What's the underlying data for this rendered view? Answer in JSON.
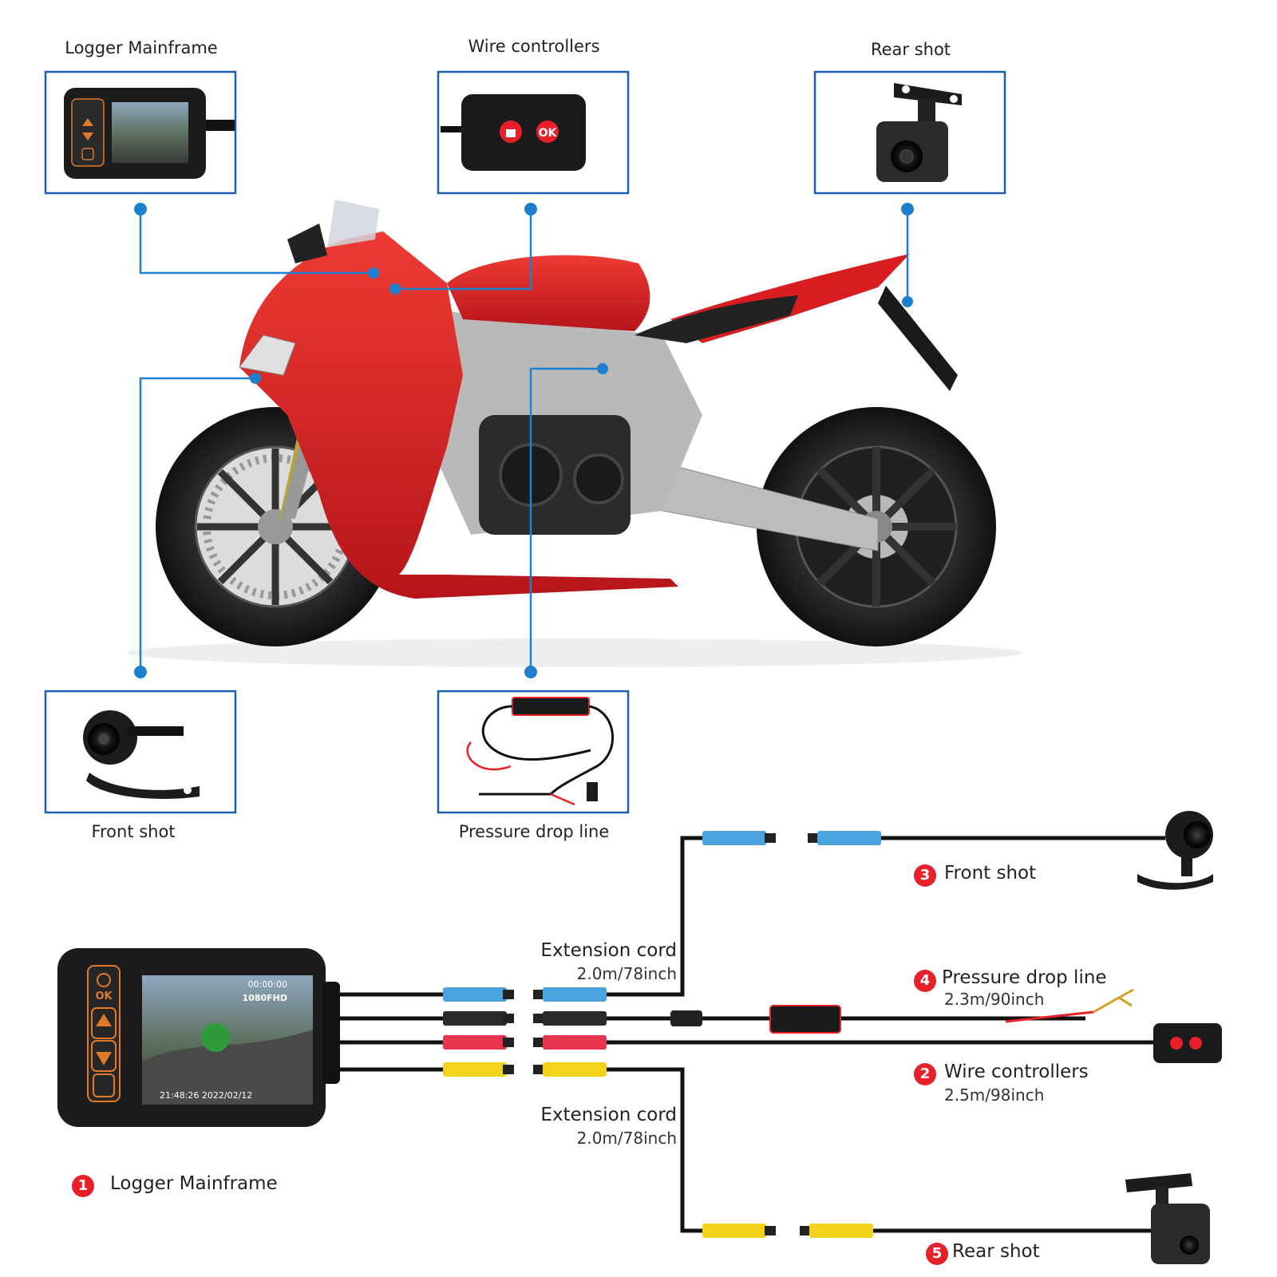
{
  "colors": {
    "accent_blue": "#1f7fcf",
    "box_border": "#1a5fb0",
    "badge_red": "#e8202a",
    "bike_red": "#d81e20",
    "cable": "#111111",
    "conn_blue": "#4aa3df",
    "conn_black": "#2a2a2a",
    "conn_red": "#e8354f",
    "conn_yellow": "#f2d21b"
  },
  "icons": [
    "motorcycle-image",
    "dashcam-screen-icon",
    "remote-controller-icon",
    "rear-camera-icon",
    "front-camera-icon",
    "pressure-drop-cable-icon",
    "power-off-icon",
    "arrow-up-icon",
    "arrow-down-icon"
  ],
  "top_section": {
    "logger_mainframe": "Logger Mainframe",
    "wire_controllers": "Wire controllers",
    "rear_shot": "Rear shot",
    "front_shot": "Front shot",
    "pressure_drop_line": "Pressure drop line"
  },
  "device_screen": {
    "ok_label": "OK",
    "resolution": "1080FHD",
    "time_top": "00:00:00",
    "timestamp": "21:48:26  2022/02/12"
  },
  "controller": {
    "ok_label": "OK"
  },
  "wiring": {
    "front_shot": {
      "number": "3",
      "label": "Front shot"
    },
    "pressure_drop_line": {
      "number": "4",
      "label": "Pressure drop line",
      "length": "2.3m/90inch"
    },
    "wire_controllers": {
      "number": "2",
      "label": "Wire controllers",
      "length": "2.5m/98inch"
    },
    "rear_shot": {
      "number": "5",
      "label": "Rear shot"
    },
    "logger_mainframe": {
      "number": "1",
      "label": "Logger Mainframe"
    },
    "extension_cord_top": {
      "label": "Extension cord",
      "length": "2.0m/78inch"
    },
    "extension_cord_bottom": {
      "label": "Extension cord",
      "length": "2.0m/78inch"
    }
  }
}
